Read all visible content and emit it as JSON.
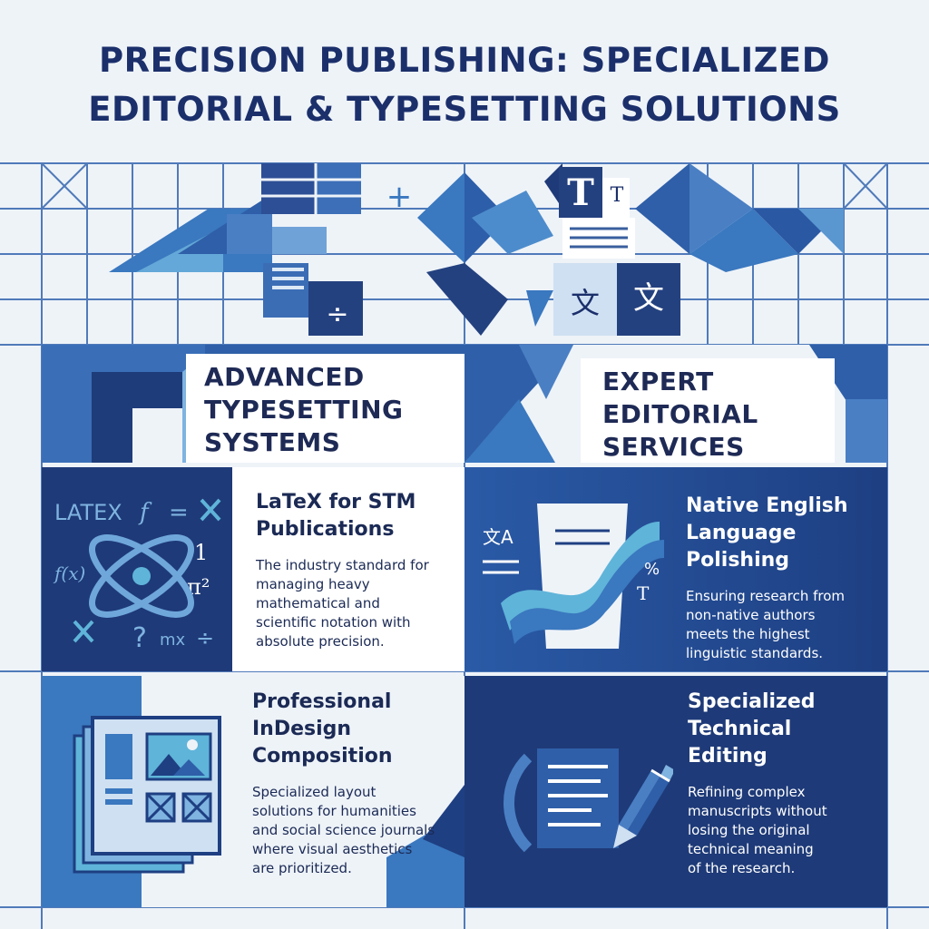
{
  "title": {
    "line1": "PRECISION PUBLISHING: SPECIALIZED",
    "line2": "EDITORIAL & TYPESETTING SOLUTIONS"
  },
  "hero": {
    "icon_glyph_t": "T",
    "icon_glyph_t_small": "T",
    "icon_glyph_plus": "+",
    "icon_glyph_divide": "÷",
    "icon_glyph_translate": "文",
    "icon_glyph_translate_alt": "文"
  },
  "sections": {
    "left": {
      "line1": "ADVANCED",
      "line2": "TYPESETTING",
      "line3": "SYSTEMS"
    },
    "right": {
      "line1": "EXPERT",
      "line2": "EDITORIAL",
      "line3": "SERVICES"
    }
  },
  "cards": {
    "latex": {
      "title_line1": "LaTeX for STM",
      "title_line2": "Publications",
      "desc_line1": "The industry standard for",
      "desc_line2": "managing heavy",
      "desc_line3": "mathematical and",
      "desc_line4": "scientific notation with",
      "desc_line5": "absolute precision.",
      "icon": "atom-math-icon",
      "glyph_latex": "LATEX",
      "glyph_f": "f",
      "glyph_fx": "f(x)",
      "glyph_pi": "π²",
      "glyph_one": "1",
      "glyph_mx": "mx",
      "glyph_q": "?",
      "glyph_div": "÷",
      "glyph_eq": "="
    },
    "english": {
      "title_line1": "Native English",
      "title_line2": "Language",
      "title_line3": "Polishing",
      "desc_line1": "Ensuring research from",
      "desc_line2": "non-native authors",
      "desc_line3": "meets the highest",
      "desc_line4": "linguistic standards.",
      "icon": "scroll-document-icon",
      "glyph_translate": "文A",
      "glyph_percent": "%",
      "glyph_t": "T"
    },
    "indesign": {
      "title_line1": "Professional",
      "title_line2": "InDesign",
      "title_line3": "Composition",
      "desc_line1": "Specialized layout",
      "desc_line2": "solutions for humanities",
      "desc_line3": "and social science journals",
      "desc_line4": "where visual aesthetics",
      "desc_line5": "are prioritized.",
      "icon": "layout-pages-icon"
    },
    "technical": {
      "title_line1": "Specialized",
      "title_line2": "Technical",
      "title_line3": "Editing",
      "desc_line1": "Refining complex",
      "desc_line2": "manuscripts without",
      "desc_line3": "losing the original",
      "desc_line4": "technical meaning",
      "desc_line5": "of the research.",
      "icon": "pen-edit-icon"
    }
  },
  "colors": {
    "navy": "#1b2f6b",
    "blue": "#2f5fa8",
    "mid_blue": "#4a7fc4",
    "light_blue": "#7fb3e0",
    "cyan": "#5fb4d9",
    "background": "#eef3f8"
  }
}
